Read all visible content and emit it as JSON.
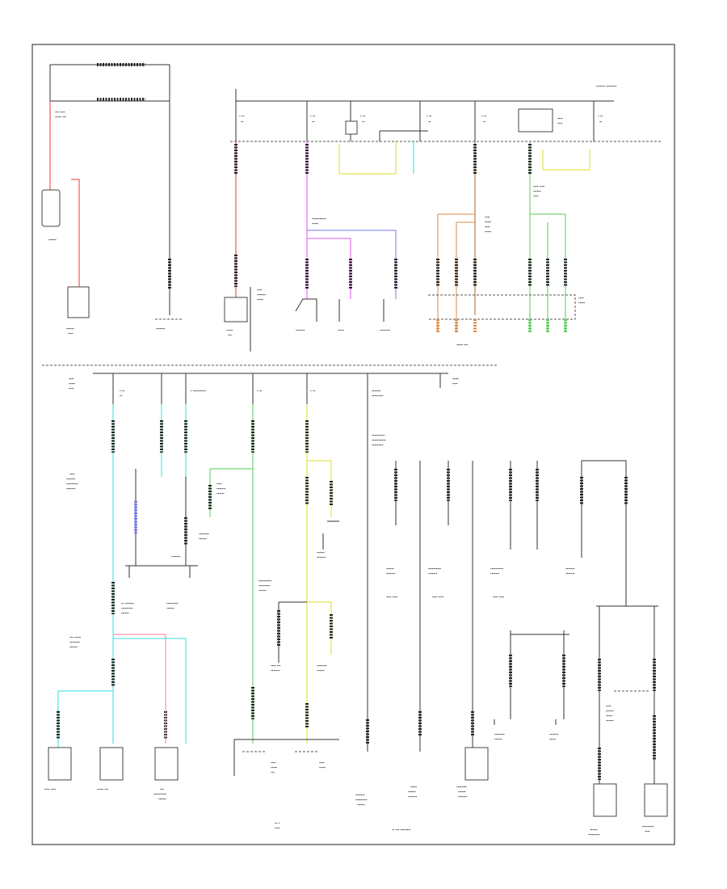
{
  "diagram": {
    "title": "",
    "page_label": "",
    "component_names": [
      "battery-junction-block",
      "battery",
      "starter-relay",
      "generator",
      "fuse-panel-upper",
      "fuse-panel-lower",
      "fuse-block-relays",
      "ground-splices",
      "connectors-lower-left",
      "connectors-lower-center",
      "connectors-lower-right"
    ],
    "wire_colors": {
      "battery_feed": "#ee3333",
      "pink": "#ff7799",
      "magenta": "#dd55ee",
      "violet": "#7777ee",
      "yellow": "#dddd22",
      "cyan": "#33dddd",
      "green": "#55cc55",
      "orange": "#dd8844",
      "brown": "#aa6622",
      "black": "#333333"
    }
  }
}
